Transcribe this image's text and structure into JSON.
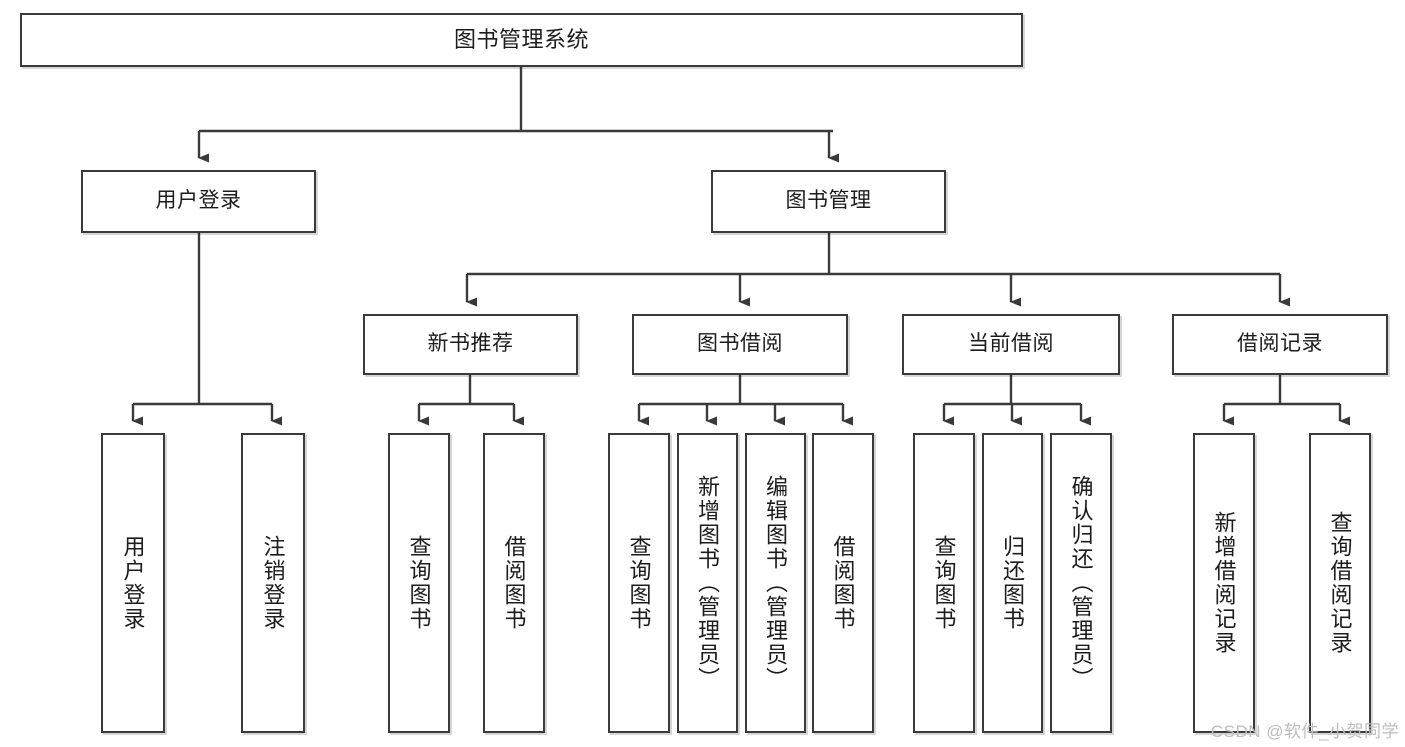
{
  "diagram": {
    "title": "图书管理系统",
    "type": "tree",
    "stroke_color": "#3a3a3a",
    "text_color": "#1c1c1c",
    "background_color": "#ffffff",
    "levels": {
      "root": {
        "label": "图书管理系统"
      },
      "level2": [
        {
          "label": "用户登录"
        },
        {
          "label": "图书管理"
        }
      ],
      "level3": [
        {
          "label": "新书推荐"
        },
        {
          "label": "图书借阅"
        },
        {
          "label": "当前借阅"
        },
        {
          "label": "借阅记录"
        }
      ],
      "leaves": [
        {
          "label": "用户登录",
          "parent": "用户登录"
        },
        {
          "label": "注销登录",
          "parent": "用户登录"
        },
        {
          "label": "查询图书",
          "parent": "新书推荐"
        },
        {
          "label": "借阅图书",
          "parent": "新书推荐"
        },
        {
          "label": "查询图书",
          "parent": "图书借阅"
        },
        {
          "label": "新增图书（管理员）",
          "parent": "图书借阅"
        },
        {
          "label": "编辑图书（管理员）",
          "parent": "图书借阅"
        },
        {
          "label": "借阅图书",
          "parent": "图书借阅"
        },
        {
          "label": "查询图书",
          "parent": "当前借阅"
        },
        {
          "label": "归还图书",
          "parent": "当前借阅"
        },
        {
          "label": "确认归还（管理员）",
          "parent": "当前借阅"
        },
        {
          "label": "新增借阅记录",
          "parent": "借阅记录"
        },
        {
          "label": "查询借阅记录",
          "parent": "借阅记录"
        }
      ]
    }
  },
  "watermark": {
    "text": "CSDN @软件_小贺同学"
  }
}
